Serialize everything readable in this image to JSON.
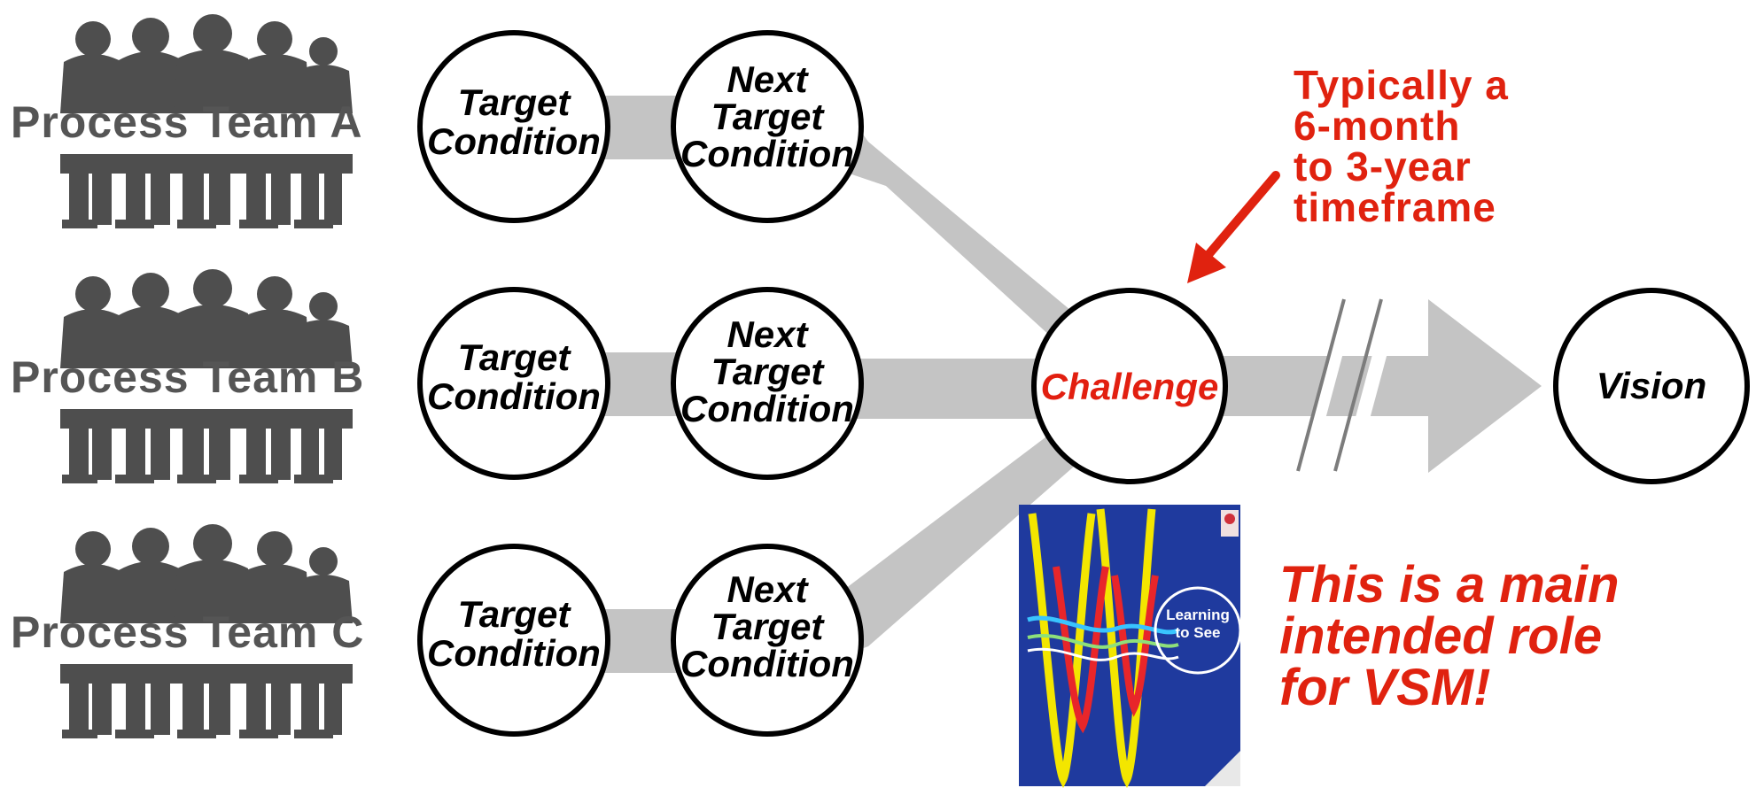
{
  "teams": [
    {
      "label": "Process Team A"
    },
    {
      "label": "Process Team B"
    },
    {
      "label": "Process Team C"
    }
  ],
  "nodes": {
    "target_line1": "Target",
    "target_line2": "Condition",
    "next_line1": "Next",
    "next_line2": "Target",
    "next_line3": "Condition",
    "challenge": "Challenge",
    "vision": "Vision"
  },
  "timeframe_note": {
    "line1": "Typically a",
    "line2": "6-month",
    "line3": "to 3-year",
    "line4": "timeframe"
  },
  "vsm_callout": {
    "line1": "This is a main",
    "line2": "intended role",
    "line3": "for VSM!"
  },
  "book": {
    "title_line1": "Learning",
    "title_line2": "to See"
  },
  "colors": {
    "accent_red": "#e0220f",
    "flow_gray": "#c4c4c4",
    "silhouette_gray": "#4e4e4e",
    "book_blue": "#1f3a9e"
  },
  "icons": {
    "team": "people-silhouette-icon",
    "arrow": "red-pointer-arrow-icon",
    "book": "book-cover-icon"
  }
}
